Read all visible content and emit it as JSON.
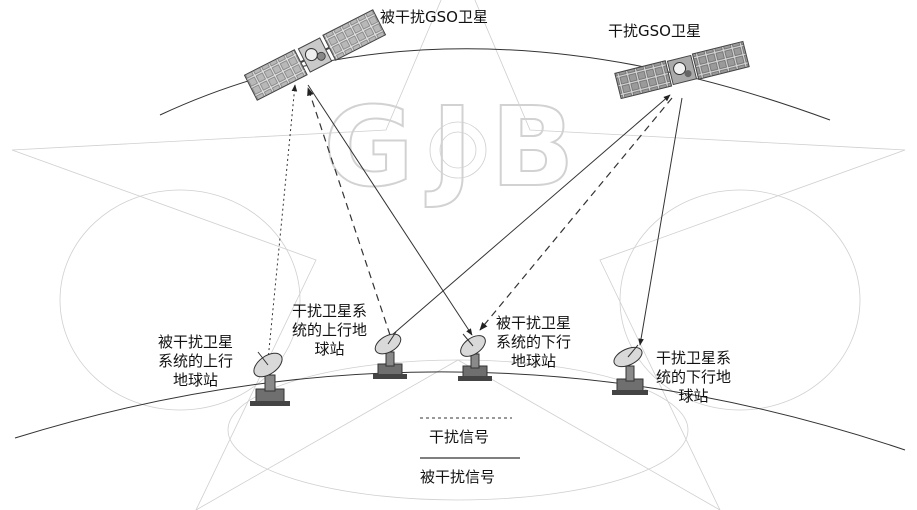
{
  "watermark": {
    "text": "GJB"
  },
  "satellites": {
    "victim_label": "被干扰GSO卫星",
    "interfering_label": "干扰GSO卫星"
  },
  "stations": {
    "victim_uplink": [
      "被干扰卫星",
      "系统的上行",
      "地球站"
    ],
    "interfering_uplink": [
      "干扰卫星系",
      "统的上行地",
      "球站"
    ],
    "victim_downlink": [
      "被干扰卫星",
      "系统的下行",
      "地球站"
    ],
    "interfering_downlink": [
      "干扰卫星系",
      "统的下行地",
      "球站"
    ]
  },
  "legend": {
    "interference_label": "干扰信号",
    "victim_label": "被干扰信号"
  }
}
